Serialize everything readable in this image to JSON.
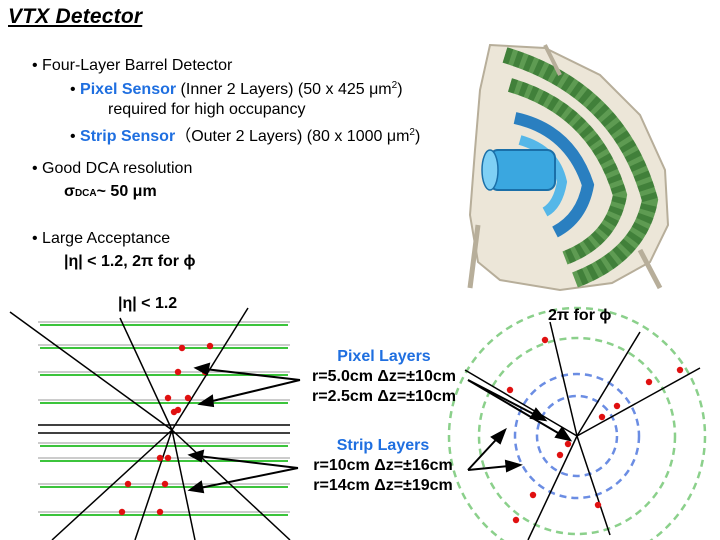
{
  "title": "VTX Detector",
  "bullets": {
    "b1": "• Four-Layer Barrel Detector",
    "pixel": {
      "bullet": "• ",
      "name": "Pixel Sensor",
      "rest": " (Inner 2 Layers)   (50 x 425 ",
      "mu": "μ",
      "unit": "m",
      "sup": "2",
      "close": ")"
    },
    "pixel_note": "required for high occupancy",
    "strip": {
      "bullet": "• ",
      "name": "Strip Sensor",
      "rest": "（Outer 2 Layers) (80 x 1000 ",
      "mu": "μ",
      "unit": "m",
      "sup": "2",
      "close": ")"
    },
    "b2": "• Good DCA resolution",
    "dca": {
      "sigma": "σ",
      "sub": "DCA",
      "rest": "~ 50 ",
      "mu": "μ",
      "unit": "m"
    },
    "b3": "• Large Acceptance",
    "acc": "|η| < 1.2,  2π for ϕ"
  },
  "diagram": {
    "eta_label": "|η| < 1.2",
    "phi_label": "2π for ϕ",
    "pixel_title": "Pixel Layers",
    "pixel_r1": "r=5.0cm  Δz=±10cm",
    "pixel_r2": "r=2.5cm  Δz=±10cm",
    "strip_title": "Strip Layers",
    "strip_r1": "r=10cm  Δz=±16cm",
    "strip_r2": "r=14cm  Δz=±19cm"
  },
  "colors": {
    "accent": "#1f6fe0",
    "layer_line": "#3cc43c",
    "hit": "#e01010"
  }
}
